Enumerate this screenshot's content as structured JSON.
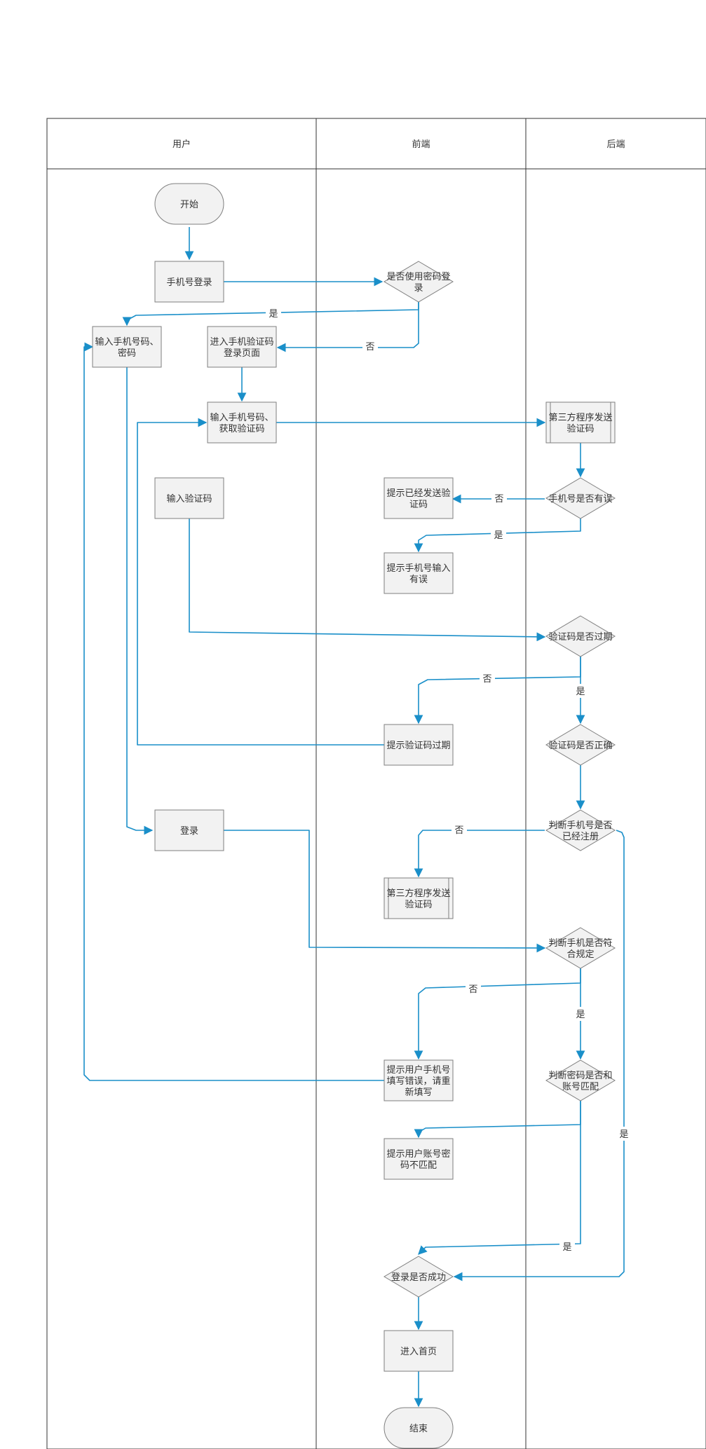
{
  "diagram": {
    "colors": {
      "edge": "#1a8fc9",
      "node_fill": "#f2f2f2",
      "node_stroke": "#7f7f7f",
      "lane_stroke": "#333333",
      "text": "#333333"
    },
    "lanes": [
      {
        "id": "user",
        "title": "用户"
      },
      {
        "id": "frontend",
        "title": "前端"
      },
      {
        "id": "backend",
        "title": "后端"
      }
    ],
    "nodes": [
      {
        "id": "start",
        "shape": "terminal",
        "lines": [
          "开始"
        ]
      },
      {
        "id": "phone_login",
        "shape": "process",
        "lines": [
          "手机号登录"
        ]
      },
      {
        "id": "use_pwd",
        "shape": "decision",
        "lines": [
          "是否使用密码登",
          "录"
        ]
      },
      {
        "id": "input_phone_pwd",
        "shape": "process",
        "lines": [
          "输入手机号码、",
          "密码"
        ]
      },
      {
        "id": "sms_page",
        "shape": "process",
        "lines": [
          "进入手机验证码",
          "登录页面"
        ]
      },
      {
        "id": "input_phone_code",
        "shape": "process",
        "lines": [
          "输入手机号码、",
          "获取验证码"
        ]
      },
      {
        "id": "third_send_1",
        "shape": "subprocess",
        "lines": [
          "第三方程序发送",
          "验证码"
        ]
      },
      {
        "id": "input_code",
        "shape": "process",
        "lines": [
          "输入验证码"
        ]
      },
      {
        "id": "tip_sent",
        "shape": "process",
        "lines": [
          "提示已经发送验",
          "证码"
        ]
      },
      {
        "id": "phone_err",
        "shape": "decision",
        "lines": [
          "手机号是否有误"
        ]
      },
      {
        "id": "tip_phone_err",
        "shape": "process",
        "lines": [
          "提示手机号输入",
          "有误"
        ]
      },
      {
        "id": "code_expired",
        "shape": "decision",
        "lines": [
          "验证码是否过期"
        ]
      },
      {
        "id": "tip_code_expired",
        "shape": "process",
        "lines": [
          "提示验证码过期"
        ]
      },
      {
        "id": "code_correct",
        "shape": "decision",
        "lines": [
          "验证码是否正确"
        ]
      },
      {
        "id": "login",
        "shape": "process",
        "lines": [
          "登录"
        ]
      },
      {
        "id": "registered",
        "shape": "decision",
        "lines": [
          "判断手机号是否",
          "已经注册"
        ]
      },
      {
        "id": "third_send_2",
        "shape": "subprocess",
        "lines": [
          "第三方程序发送",
          "验证码"
        ]
      },
      {
        "id": "phone_valid",
        "shape": "decision",
        "lines": [
          "判断手机是否符",
          "合规定"
        ]
      },
      {
        "id": "tip_rewrite",
        "shape": "process",
        "lines": [
          "提示用户手机号",
          "填写错误，请重",
          "新填写"
        ]
      },
      {
        "id": "pwd_match",
        "shape": "decision",
        "lines": [
          "判断密码是否和",
          "账号匹配"
        ]
      },
      {
        "id": "tip_mismatch",
        "shape": "process",
        "lines": [
          "提示用户账号密",
          "码不匹配"
        ]
      },
      {
        "id": "login_ok",
        "shape": "decision",
        "lines": [
          "登录是否成功"
        ]
      },
      {
        "id": "home",
        "shape": "process",
        "lines": [
          "进入首页"
        ]
      },
      {
        "id": "end",
        "shape": "terminal",
        "lines": [
          "结束"
        ]
      }
    ],
    "edges": [
      {
        "from": "start",
        "to": "phone_login",
        "label": ""
      },
      {
        "from": "phone_login",
        "to": "use_pwd",
        "label": ""
      },
      {
        "from": "use_pwd",
        "to": "input_phone_pwd",
        "label": "是"
      },
      {
        "from": "use_pwd",
        "to": "sms_page",
        "label": "否"
      },
      {
        "from": "sms_page",
        "to": "input_phone_code",
        "label": ""
      },
      {
        "from": "input_phone_code",
        "to": "third_send_1",
        "label": ""
      },
      {
        "from": "third_send_1",
        "to": "phone_err",
        "label": ""
      },
      {
        "from": "phone_err",
        "to": "tip_sent",
        "label": "否"
      },
      {
        "from": "phone_err",
        "to": "tip_phone_err",
        "label": "是"
      },
      {
        "from": "input_code",
        "to": "code_expired",
        "label": ""
      },
      {
        "from": "code_expired",
        "to": "tip_code_expired",
        "label": "否"
      },
      {
        "from": "code_expired",
        "to": "code_correct",
        "label": "是"
      },
      {
        "from": "tip_code_expired",
        "to": "input_phone_code",
        "label": ""
      },
      {
        "from": "code_correct",
        "to": "registered",
        "label": ""
      },
      {
        "from": "input_phone_pwd",
        "to": "login",
        "label": ""
      },
      {
        "from": "registered",
        "to": "third_send_2",
        "label": "否"
      },
      {
        "from": "registered",
        "to": "login_ok",
        "label": "是"
      },
      {
        "from": "login",
        "to": "phone_valid",
        "label": ""
      },
      {
        "from": "phone_valid",
        "to": "tip_rewrite",
        "label": "否"
      },
      {
        "from": "phone_valid",
        "to": "pwd_match",
        "label": "是"
      },
      {
        "from": "tip_rewrite",
        "to": "input_phone_pwd",
        "label": ""
      },
      {
        "from": "pwd_match",
        "to": "tip_mismatch",
        "label": ""
      },
      {
        "from": "pwd_match",
        "to": "login_ok",
        "label": "是"
      },
      {
        "from": "login_ok",
        "to": "home",
        "label": ""
      },
      {
        "from": "home",
        "to": "end",
        "label": ""
      }
    ]
  }
}
